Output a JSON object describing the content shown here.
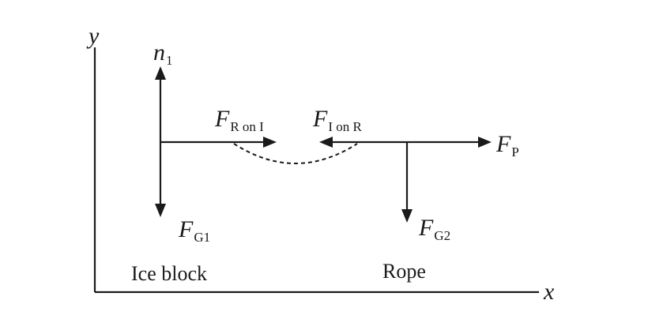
{
  "axes": {
    "x_label": "x",
    "y_label": "y"
  },
  "ice_block": {
    "label": "Ice block",
    "normal": {
      "symbol": "n",
      "sub": "1"
    },
    "gravity": {
      "symbol": "F",
      "sub": "G1"
    },
    "rope_force": {
      "symbol": "F",
      "sub": "R on I"
    }
  },
  "rope": {
    "label": "Rope",
    "ice_force": {
      "symbol": "F",
      "sub": "I on R"
    },
    "gravity": {
      "symbol": "F",
      "sub": "G2"
    },
    "pull": {
      "symbol": "F",
      "sub": "P"
    }
  }
}
